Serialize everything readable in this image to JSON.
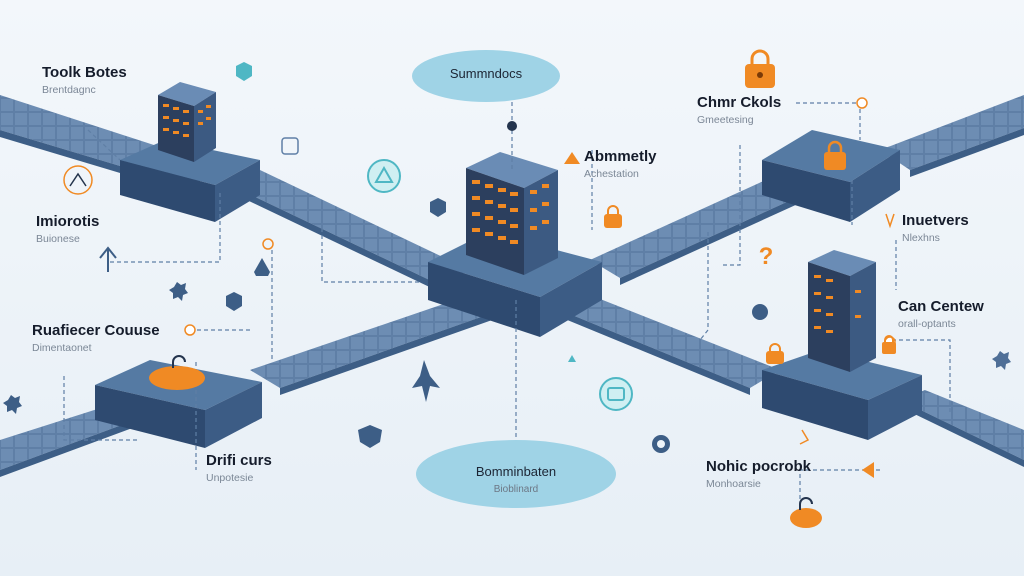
{
  "colors": {
    "background": "#eef4f9",
    "track": "#5f7fa6",
    "track_dark": "#3d5e86",
    "block_top": "#4f6f97",
    "block_side": "#2e4a70",
    "accent_orange": "#f08a24",
    "accent_teal": "#4fb7c4",
    "pill": "#9fd3e6",
    "text_dark": "#151c2b",
    "text_sub": "#7b8796"
  },
  "top_pill": {
    "label": "Summndocs"
  },
  "bottom_pill": {
    "label": "Bomminbaten",
    "sub": "Bioblinard"
  },
  "labels": {
    "tl": {
      "title": "Toolk Botes",
      "sub": "Brentdagnc"
    },
    "ml": {
      "title": "Imiorotis",
      "sub": "Buionese"
    },
    "ll": {
      "title": "Ruafiecer Couuse",
      "sub": "Dimentaonet"
    },
    "bl": {
      "title": "Drifi curs",
      "sub": "Unpotesie"
    },
    "cn": {
      "title": "Abmmetly",
      "sub": "Achestation"
    },
    "tr": {
      "title": "Chmr Ckols",
      "sub": "Gmeetesing"
    },
    "mr": {
      "title": "Inuetvers",
      "sub": "Nlexhns"
    },
    "rr": {
      "title": "Can Centew",
      "sub": "orall-optants"
    },
    "br": {
      "title": "Nohic pocrobk",
      "sub": "Monhoarsie"
    }
  },
  "icons": {
    "lock": "padlock-icon",
    "question": "question-mark-icon",
    "gear": "gear-icon",
    "shield": "shield-icon",
    "server": "server-tower-icon"
  },
  "question_glyph": "?"
}
